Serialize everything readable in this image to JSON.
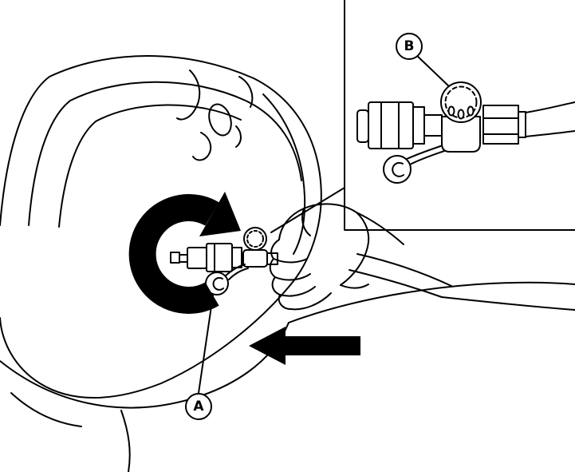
{
  "figure": {
    "background_color": "#ffffff",
    "line_color": "#000000",
    "arrow_fill_color": "#000000",
    "callouts": {
      "a": "A",
      "b": "B"
    },
    "icons": {
      "rotation_arrow": "clockwise-rotation-arrow",
      "push_arrow": "push-left-arrow"
    }
  }
}
